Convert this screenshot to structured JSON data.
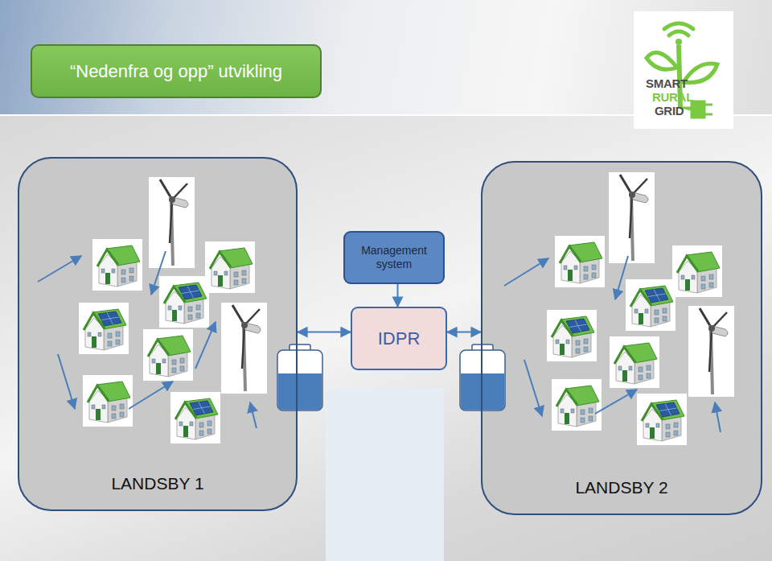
{
  "diagram": {
    "title": "“Nedenfra og opp” utvikling",
    "nodes": [
      {
        "text": [
          "LANDSBY 1"
        ]
      },
      {
        "text": [
          "LANDSBY 2"
        ]
      },
      {
        "text": [
          "Management system"
        ]
      },
      {
        "text": [
          "IDPR"
        ]
      }
    ],
    "edges": [
      {
        "from": 2,
        "to": 3,
        "arrow": "to"
      },
      {
        "from": 3,
        "to": 0,
        "arrow": "both"
      },
      {
        "from": 3,
        "to": 1,
        "arrow": "both"
      }
    ],
    "labels": [
      "SMART",
      "RURAL",
      "GRID"
    ]
  }
}
